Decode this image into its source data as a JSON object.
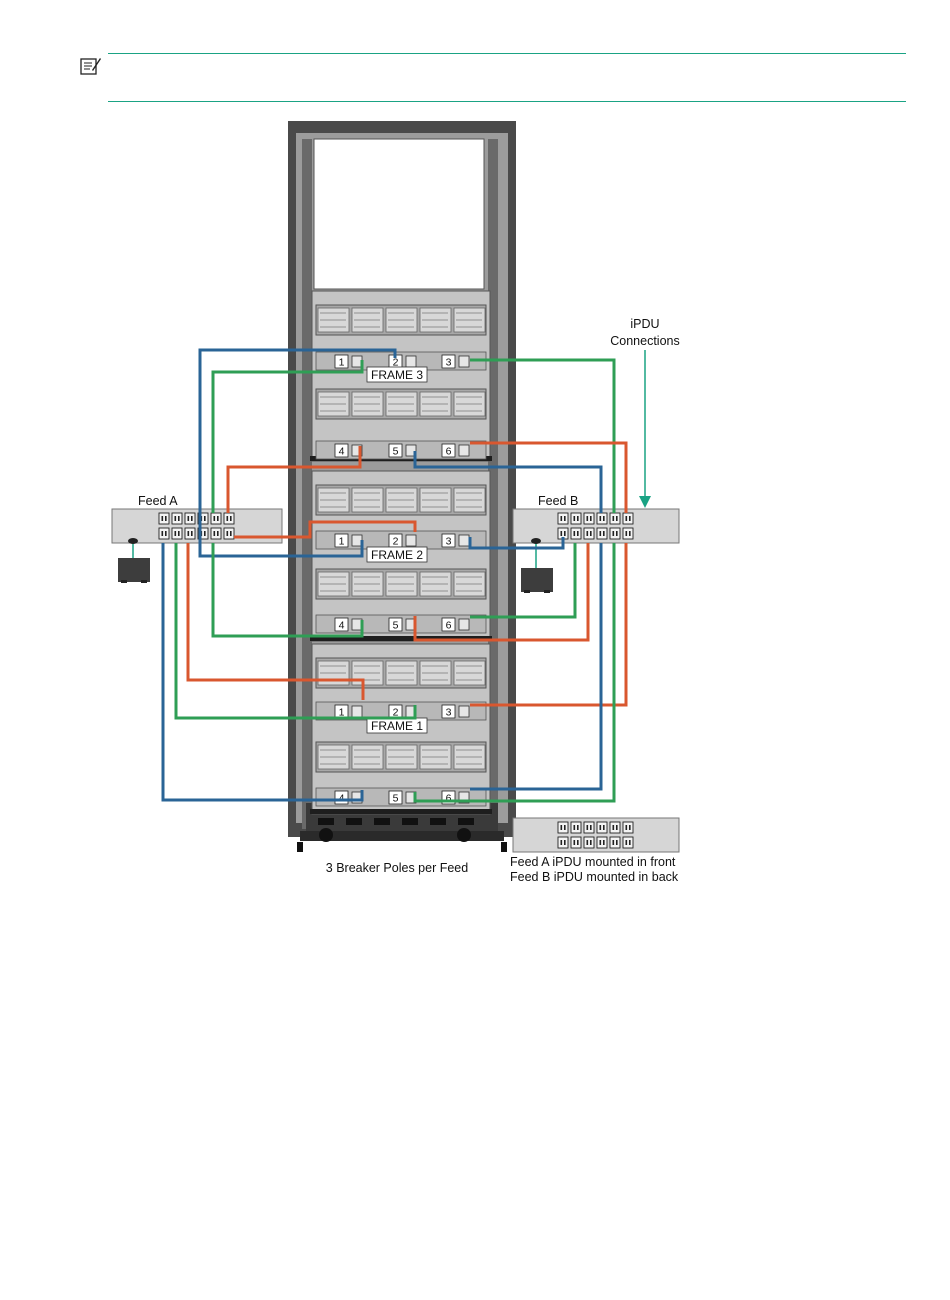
{
  "note": {
    "icon": "note-icon",
    "text": ""
  },
  "rack": {
    "frames": [
      {
        "label": "FRAME 3",
        "slots": [
          "1",
          "2",
          "3",
          "4",
          "5",
          "6"
        ]
      },
      {
        "label": "FRAME 2",
        "slots": [
          "1",
          "2",
          "3",
          "4",
          "5",
          "6"
        ]
      },
      {
        "label": "FRAME 1",
        "slots": [
          "1",
          "2",
          "3",
          "4",
          "5",
          "6"
        ]
      }
    ]
  },
  "labels": {
    "feed_a": "Feed A",
    "feed_b": "Feed B",
    "ipdu_line1": "iPDU",
    "ipdu_line2": "Connections",
    "breaker": "3 Breaker Poles per Feed",
    "legend_line1": "Feed A iPDU mounted in front",
    "legend_line2": "Feed B iPDU mounted in back"
  },
  "colors": {
    "blue": "#2a6496",
    "green": "#2f9e55",
    "orange": "#d9572f",
    "accent": "#1aa384",
    "rack_dark": "#4d4d4d",
    "panel_gray": "#d6d6d6"
  }
}
